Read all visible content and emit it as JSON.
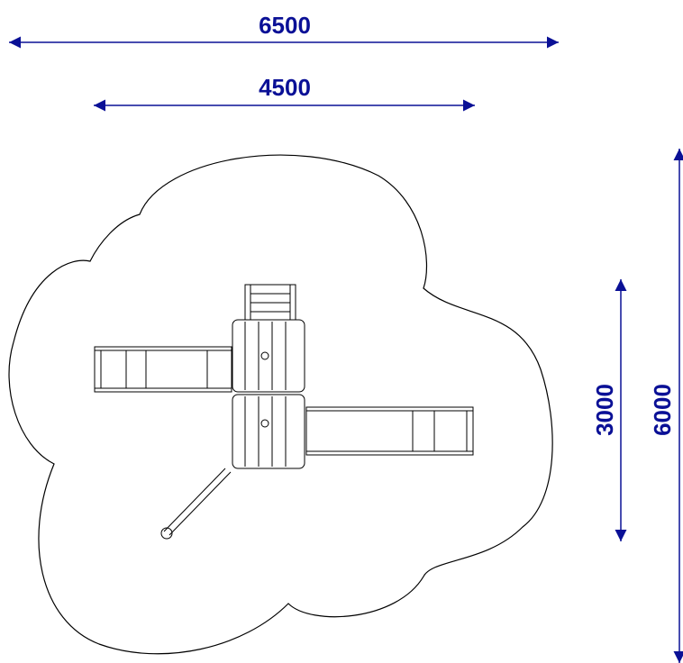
{
  "colors": {
    "dimension": "#0a1096",
    "outline": "#000000",
    "background": "#ffffff"
  },
  "dimensions": {
    "overall_width": "6500",
    "equipment_width": "4500",
    "equipment_depth": "3000",
    "overall_depth": "6000"
  }
}
